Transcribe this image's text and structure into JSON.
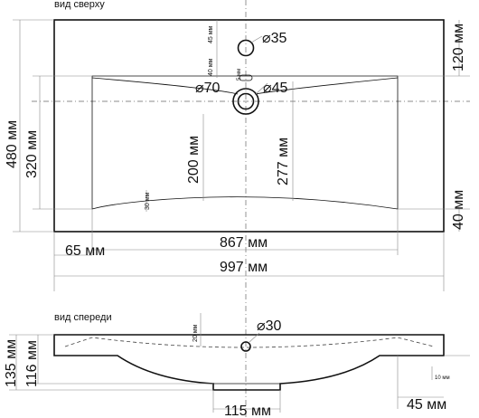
{
  "views": {
    "top_title": "вид сверху",
    "front_title": "вид спереди"
  },
  "top_view": {
    "overall_width": "997 мм",
    "bowl_width": "867 мм",
    "left_offset": "65 мм",
    "overall_depth": "480 мм",
    "bowl_depth": "320 мм",
    "back_margin": "120 мм",
    "front_margin": "40 мм",
    "bowl_depth_center": "200 мм",
    "bowl_depth_max": "277 мм",
    "tap_hole": "⌀35",
    "tap_hole_offset": "45 мм",
    "overflow_offset": "40 мм",
    "drain_gap": "5 мм",
    "drain_outer": "⌀70",
    "drain_inner": "⌀45",
    "front_curve": "30 мм"
  },
  "front_view": {
    "total_height": "135 мм",
    "body_height": "116 мм",
    "overflow_hole": "⌀30",
    "rim_offset": "20 мм",
    "drain_width": "115 мм",
    "edge_offset": "45 мм",
    "lip_height": "10 мм"
  }
}
